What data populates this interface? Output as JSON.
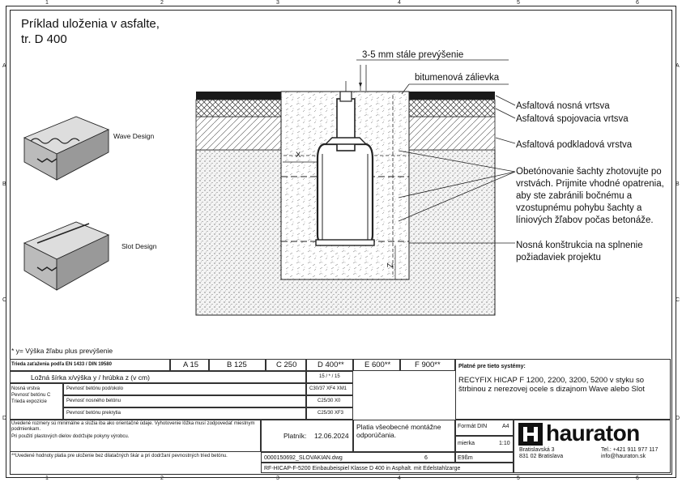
{
  "title": {
    "line1": "Príklad uloženia v asfalte,",
    "line2": "tr. D 400"
  },
  "grid": {
    "cols": [
      "1",
      "2",
      "3",
      "4",
      "5",
      "6"
    ],
    "rows": [
      "A",
      "B",
      "C",
      "D"
    ]
  },
  "drawing": {
    "annotation_top": "3-5 mm stále prevýšenie",
    "bitumen": "bitumenová zálievka",
    "layers": [
      "Asfaltová nosná vrtsva",
      "Asfaltová spojovacia vrtsva",
      "Asfaltová podkladová vrstva"
    ],
    "note1": "Obetónovanie šachty zhotovujte po vrstvách. Prijmite vhodné opatrenia, aby ste zabránili bočnému a vzostupnému pohybu šachty a líniových žľabov počas betonáže.",
    "note2": "Nosná konštrukcia na splnenie požiadaviek projektu",
    "dim_x": "X",
    "dim_z": "Z"
  },
  "designs": {
    "wave": "Wave Design",
    "slot": "Slot Design"
  },
  "footnote": "* y= Výška žľabu plus prevýšenie",
  "table": {
    "row_head": "Trieda zaťaženia podľa EN 1433 / DIN 19580",
    "classes": [
      "A 15",
      "B 125",
      "C 250",
      "D 400**",
      "E 600**",
      "F 900**"
    ],
    "r2_label": "Ložná šírka x/výška y / hrúbka z (v cm)",
    "r2_value": "15 / * / 15",
    "r3a": "Nosná vrstva",
    "r3b": "Pevnosť betónu C",
    "r3c": "Trieda expozície",
    "r3_label1": "Pevnosť betónu pod/okolo",
    "r3_label2": "Pevnosť nosného betónu",
    "r3_label3": "Pevnosť betónu prekrytia",
    "v1": "C30/37 XF4 XM1",
    "v2": "C25/30 X0",
    "v3": "C25/30 XF3",
    "valid_head": "Platné pre tieto systémy:",
    "valid_body": "RECYFIX HICAP F 1200, 2200, 3200, 5200 v styku so štrbinou z nerezovej ocele s dizajnom Wave alebo Slot",
    "disclaimer1": "Uvedené rozmery sú minimálne a slúžia iba ako orientačné údaje. Vyhotovenie lôžka musí zodpovedať miestnym podmienkam.",
    "disclaimer2": "Pri použití plastových dielov dodržujte pokyny výrobcu.",
    "disclaimer3": "**Uvedené hodnoty platia pre uloženie bez dilatačných škár a pri dodržaní pevnostných tried betónu.",
    "platnik_label": "Platník:",
    "platnik_date": "12.06.2024",
    "validity": "Platia všeobecné montážne odporúčania.",
    "format_label": "Formát DIN",
    "format_value": "A4",
    "scale_label": "mierka",
    "scale_value": "1:10",
    "code": "0000150692_SLOVAKIAN.dwg",
    "sheet": "6",
    "rev": "E9ßm",
    "desc": "RF-HICAP-F-5200 Einbaubeispiel Klasse D 400 in Asphalt. mit Edelstahlzarge"
  },
  "company": {
    "name": "hauraton",
    "addr1": "Bratislavská 3",
    "addr2": "831 02 Bratislava",
    "tel": "Tel.: +421 911 977 117",
    "mail": "info@hauraton.sk"
  }
}
